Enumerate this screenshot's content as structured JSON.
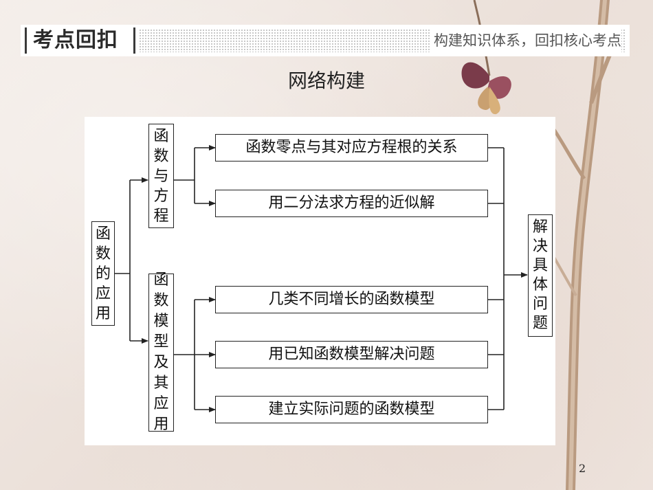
{
  "header": {
    "title": "考点回扣",
    "subtitle": "构建知识体系，回扣核心考点"
  },
  "section_title": "网络构建",
  "diagram": {
    "root": "函数的应用",
    "branches": [
      {
        "label": "函数与方程",
        "items": [
          "函数零点与其对应方程根的关系",
          "用二分法求方程的近似解"
        ]
      },
      {
        "label": "函数模型及其应用",
        "items": [
          "几类不同增长的函数模型",
          "用已知函数模型解决问题",
          "建立实际问题的函数模型"
        ]
      }
    ],
    "result": "解决具体问题"
  },
  "page_number": "2",
  "colors": {
    "line": "#222222",
    "box_border": "#222222",
    "panel": "#ffffff"
  }
}
